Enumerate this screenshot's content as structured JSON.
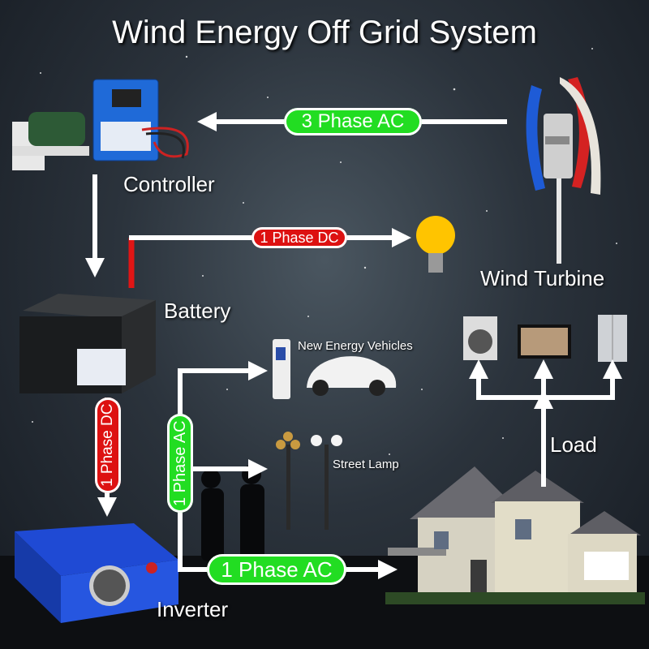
{
  "title": "Wind Energy Off Grid System",
  "components": {
    "controller": "Controller",
    "wind_turbine": "Wind Turbine",
    "battery": "Battery",
    "inverter": "Inverter",
    "load": "Load",
    "vehicles": "New Energy Vehicles",
    "street_lamp": "Street Lamp"
  },
  "connections": {
    "turbine_to_controller": "3 Phase AC",
    "battery_to_bulb": "1 Phase DC",
    "battery_to_inverter": "1 Phase DC",
    "inverter_branch": "1 Phase AC",
    "inverter_to_house": "1 Phase AC"
  },
  "colors": {
    "ac_pill": "#22dd22",
    "dc_pill": "#dd1111",
    "arrow": "#ffffff",
    "sky": "#2b333c"
  }
}
